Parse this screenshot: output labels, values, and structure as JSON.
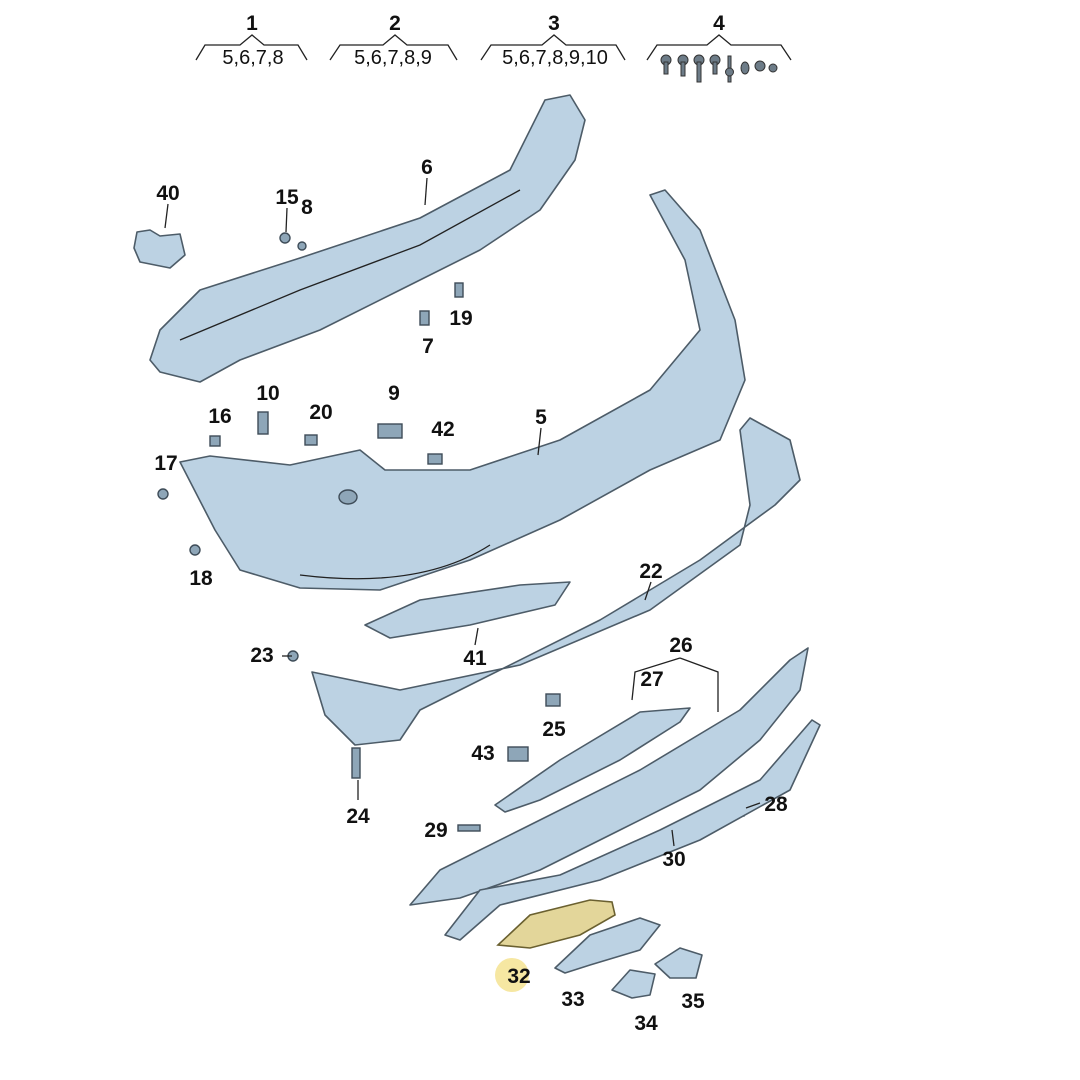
{
  "diagram": {
    "title_kits": [
      {
        "number": "1",
        "contents": "5,6,7,8"
      },
      {
        "number": "2",
        "contents": "5,6,7,8,9"
      },
      {
        "number": "3",
        "contents": "5,6,7,8,9,10"
      },
      {
        "number": "4",
        "contents_icon": "screw-set-icon"
      }
    ],
    "part_labels": {
      "p5": "5",
      "p6": "6",
      "p7": "7",
      "p8": "8",
      "p9": "9",
      "p10": "10",
      "p15": "15",
      "p16": "16",
      "p17": "17",
      "p18": "18",
      "p19": "19",
      "p20": "20",
      "p22": "22",
      "p23": "23",
      "p24": "24",
      "p25": "25",
      "p26": "26",
      "p27": "27",
      "p28": "28",
      "p29": "29",
      "p30": "30",
      "p32": "32",
      "p33": "33",
      "p34": "34",
      "p35": "35",
      "p40": "40",
      "p41": "41",
      "p42": "42",
      "p43": "43"
    },
    "highlighted_part": "32",
    "colors": {
      "part": "#bcd2e3",
      "highlight": "#e3d69a",
      "highlight_marker": "#f6e7a2"
    }
  }
}
